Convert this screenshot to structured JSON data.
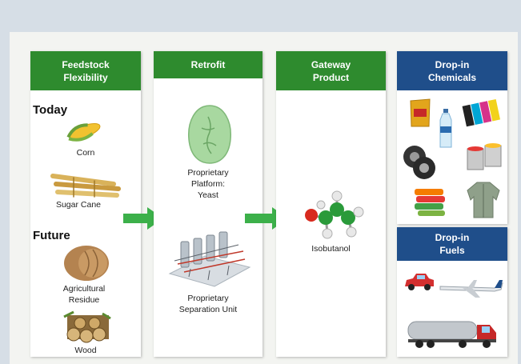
{
  "columns": {
    "feedstock": {
      "header_line1": "Feedstock",
      "header_line2": "Flexibility"
    },
    "retrofit": {
      "header": "Retrofit"
    },
    "gateway": {
      "header_line1": "Gateway",
      "header_line2": "Product"
    },
    "chemicals": {
      "header_line1": "Drop-in",
      "header_line2": "Chemicals"
    },
    "fuels": {
      "header_line1": "Drop-in",
      "header_line2": "Fuels"
    }
  },
  "feedstock": {
    "today_label": "Today",
    "future_label": "Future",
    "corn": "Corn",
    "sugar_cane": "Sugar Cane",
    "ag_residue_line1": "Agricultural",
    "ag_residue_line2": "Residue",
    "wood": "Wood"
  },
  "retrofit": {
    "yeast_line1": "Proprietary",
    "yeast_line2": "Platform:",
    "yeast_line3": "Yeast",
    "sep_line1": "Proprietary",
    "sep_line2": "Separation Unit"
  },
  "gateway": {
    "product": "Isobutanol"
  },
  "colors": {
    "green_header": "#2e8b2e",
    "blue_header": "#1f4e8a",
    "arrow_green": "#3cb04a"
  },
  "icons": [
    "corn-icon",
    "sugar-cane-icon",
    "hay-bale-icon",
    "wood-logs-icon",
    "yeast-icon",
    "separation-unit-icon",
    "molecule-icon",
    "chips-bag-icon",
    "water-bottle-icon",
    "ink-cartridges-icon",
    "tires-icon",
    "paint-cans-icon",
    "towels-icon",
    "jacket-icon",
    "car-icon",
    "airplane-icon",
    "tanker-truck-icon",
    "arrow-right-icon"
  ]
}
